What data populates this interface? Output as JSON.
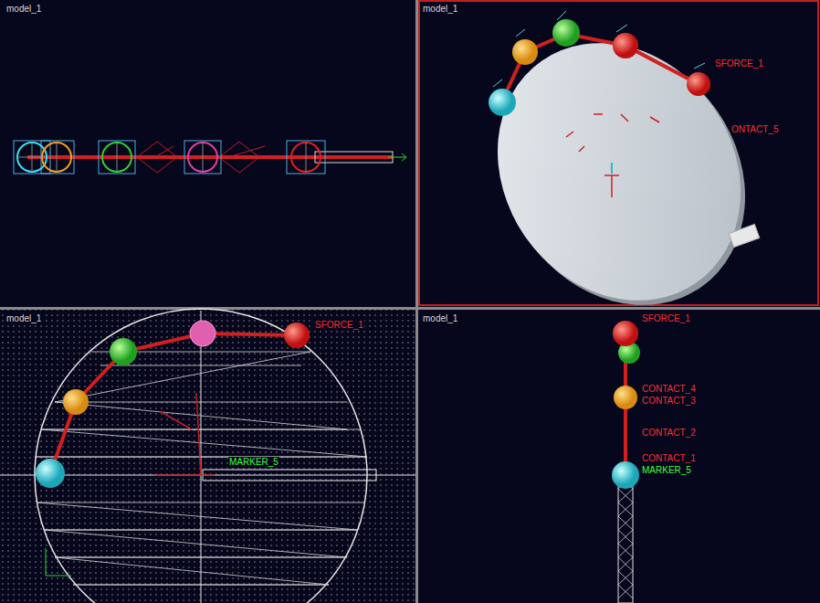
{
  "diagram": {
    "labels": [
      "model_1",
      "model_1",
      "model_1",
      "model_1",
      "SFORCE_1",
      "ONTACT_5",
      "SFORCE_1",
      "MARKER_5",
      "SFORCE_1",
      "CONTACT_4",
      "CONTACT_3",
      "CONTACT_2",
      "CONTACT_1",
      "MARKER_5"
    ]
  }
}
